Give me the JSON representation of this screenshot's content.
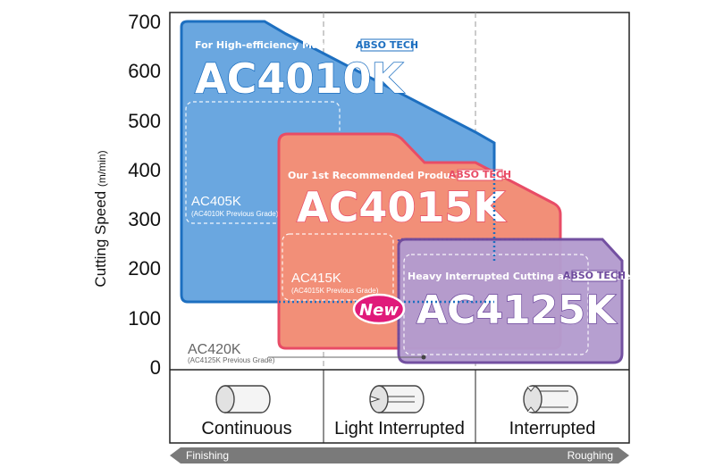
{
  "chart_data": {
    "type": "area",
    "title": "",
    "ylabel": "Cutting Speed",
    "ylabel_unit": "(m/min)",
    "ylim": [
      0,
      700
    ],
    "yticks": [
      "700",
      "600",
      "500",
      "400",
      "300",
      "200",
      "100",
      "0"
    ],
    "categories": [
      "Continuous",
      "Light Interrupted",
      "Interrupted"
    ],
    "direction": {
      "left": "Finishing",
      "right": "Roughing"
    },
    "regions": [
      {
        "name": "AC4010K",
        "subtitle": "For High-efficiency Machining",
        "brand": "ABSO TECH",
        "color": "#6aa7e0",
        "speed_range": [
          150,
          700
        ],
        "application": "Continuous to Light Interrupted"
      },
      {
        "name": "AC4015K",
        "subtitle": "Our 1st Recommended Product for Machining Cast Iron",
        "brand": "ABSO TECH",
        "color": "#f28f78",
        "speed_range": [
          40,
          470
        ],
        "application": "Continuous to Interrupted"
      },
      {
        "name": "AC4125K",
        "subtitle": "Heavy Interrupted Cutting and Unstable Cutting",
        "brand": "ABSO TECH",
        "badge": "New",
        "color": "#b49ccf",
        "speed_range": [
          15,
          260
        ],
        "application": "Light Interrupted to Interrupted"
      }
    ],
    "previous_grades": [
      {
        "name": "AC405K",
        "note": "(AC4010K Previous Grade)"
      },
      {
        "name": "AC415K",
        "note": "(AC4015K Previous Grade)"
      },
      {
        "name": "AC420K",
        "note": "(AC4125K Previous Grade)"
      }
    ]
  }
}
